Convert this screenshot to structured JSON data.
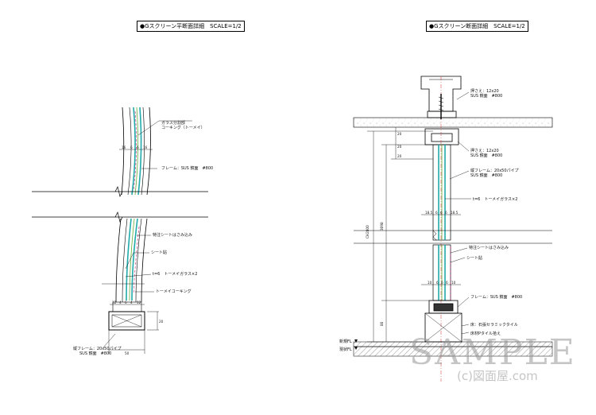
{
  "left_detail": {
    "title": "●Gスクリーン平断面詳細　SCALE=1/2",
    "labels": {
      "glass_divide": "ガラス分割部",
      "caulking": "コーキング（トーメイ）",
      "frame": "フレーム：SUS 鏡面　#800",
      "special_sheet": "特注シートはさみ込み",
      "sheet": "シート貼",
      "glass": "t=6　トーメイガラス×2",
      "clear_caulking": "トーメイコーキング",
      "vertical_frame_1": "縦フレーム：20x50パイプ",
      "vertical_frame_2": "SUS 鏡面　#800"
    },
    "dims_top": [
      "16",
      "6",
      "6",
      "16"
    ],
    "dims_bottom": [
      "12",
      "4",
      "6",
      "4",
      "12"
    ],
    "dim_50": "50",
    "dim_20": "20"
  },
  "right_detail": {
    "title": "●Gスクリーン断面詳細　SCALE=1/2",
    "labels": {
      "stop_top_1": "押さえ：12x20",
      "stop_top_2": "SUS 鏡面　#800",
      "stop_mid_1": "押さえ：12x20",
      "stop_mid_2": "SUS 鏡面　#800",
      "vframe_1": "縦フレーム：20x50パイプ",
      "vframe_2": "SUS 鏡面　#800",
      "glass": "t=6　トーメイガラス×2",
      "special_sheet": "特注シートはさみ込み",
      "sheet": "シート貼",
      "frame": "フレーム：SUS 鏡面　#800",
      "floor_1": "床：石張セラミックタイル",
      "floor_2": "床材Pタイル拾え",
      "new_fl": "新規FL",
      "existing_fl": "現状FL"
    },
    "dims_mid": [
      "18.5",
      "6",
      "6",
      "6",
      "18.5"
    ],
    "dims_bottom": [
      "10",
      "6",
      "6",
      "6",
      "10"
    ],
    "dim_20a": "20",
    "dim_20b": "20",
    "dim_20c": "20",
    "dim_ch": "CH2800",
    "dim_inner": "3098",
    "dim_80": "80"
  },
  "watermark": {
    "main": "SAMPLE",
    "sub": "(c)図面屋.com"
  }
}
